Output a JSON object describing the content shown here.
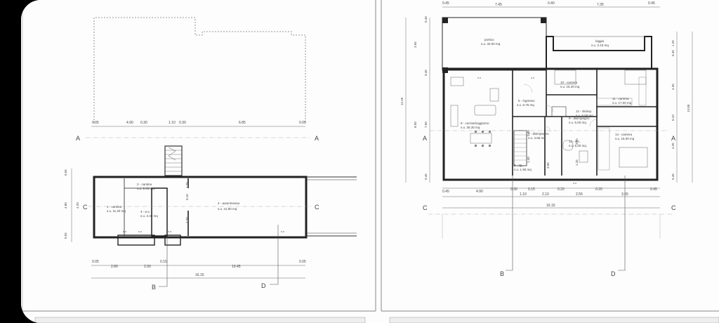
{
  "left_plan": {
    "top_dims": [
      "0.05",
      "4.90",
      "0.30",
      "1.10",
      "0.30",
      "6.85",
      "0.05"
    ],
    "bottom_dims_1": [
      "0.05",
      "2.80",
      "2.00",
      "0.15",
      "10.45",
      "0.05"
    ],
    "bottom_total": "16.15",
    "side_dims": [
      "0.55",
      "4.80",
      "4.20",
      "0.55"
    ],
    "inner_dims": [
      "1.20",
      "0.15",
      "2.70"
    ],
    "window_tag": "x.x",
    "rooms": [
      {
        "name": "1 - cantina",
        "area": "s.u. 11.20 mq"
      },
      {
        "name": "2 - cantina",
        "area": "s.u. 2.40 mq"
      },
      {
        "name": "3 - w.c.",
        "area": "s.u. 3.40 mq"
      },
      {
        "name": "4 - autorimessa",
        "area": "s.u. 41.80 mq"
      }
    ],
    "section_labels": {
      "a_left": "A",
      "a_right": "A",
      "c_left": "C",
      "c_right": "C",
      "b": "B",
      "d": "D"
    }
  },
  "right_plan": {
    "top_dims": [
      "0.45",
      "7.45",
      "0.40",
      "7.35",
      "0.45"
    ],
    "bottom_dims_1": [
      "0.45",
      "4.90",
      "0.30",
      "0.15",
      "0.20",
      "0.20",
      "0.45"
    ],
    "bottom_dims_2": [
      "1.10",
      "2.10",
      "2.55",
      "3.65"
    ],
    "bottom_total": "16.15",
    "left_dims": [
      "0.40",
      "3.65",
      "0.45",
      "12.45",
      "8.50",
      "7.60",
      "0.45"
    ],
    "right_dims": [
      "0.45",
      "1.25",
      "4.35",
      "13.00",
      "0.10",
      "4.35",
      "0.45"
    ],
    "inner_dims": [
      "3.05",
      "1.40",
      "3.05",
      "3.95",
      "1.25"
    ],
    "window_tag": "x.x",
    "rooms": [
      {
        "name": "portico",
        "area": "s.u. 32.00 mq"
      },
      {
        "name": "loggia",
        "area": "s.u. 3.10 mq"
      },
      {
        "name": "5 - ingresso",
        "area": "s.u. 6.75 mq"
      },
      {
        "name": "6 - cucina/soggiorno",
        "area": "s.u. 36.30 mq"
      },
      {
        "name": "7 - disimpegno",
        "area": "s.u. 4.65 mq"
      },
      {
        "name": "8 - rip.",
        "area": "s.u. 1.90 mq"
      },
      {
        "name": "9 - disimpegno",
        "area": "s.u. 5.00 mq"
      },
      {
        "name": "10 - camera",
        "area": "s.u. 15.40 mq"
      },
      {
        "name": "11 - camera",
        "area": "s.u. 17.00 mq"
      },
      {
        "name": "12 - disimp.",
        "area": "s.u. 5.00 mq"
      },
      {
        "name": "13 - w.c.",
        "area": "s.u. 6.20 mq"
      },
      {
        "name": "14 - camera",
        "area": "s.u. 16.00 mq"
      }
    ],
    "section_labels": {
      "a_left": "A",
      "a_right": "A",
      "c_left": "C",
      "c_right": "C",
      "b": "B",
      "d": "D"
    }
  }
}
